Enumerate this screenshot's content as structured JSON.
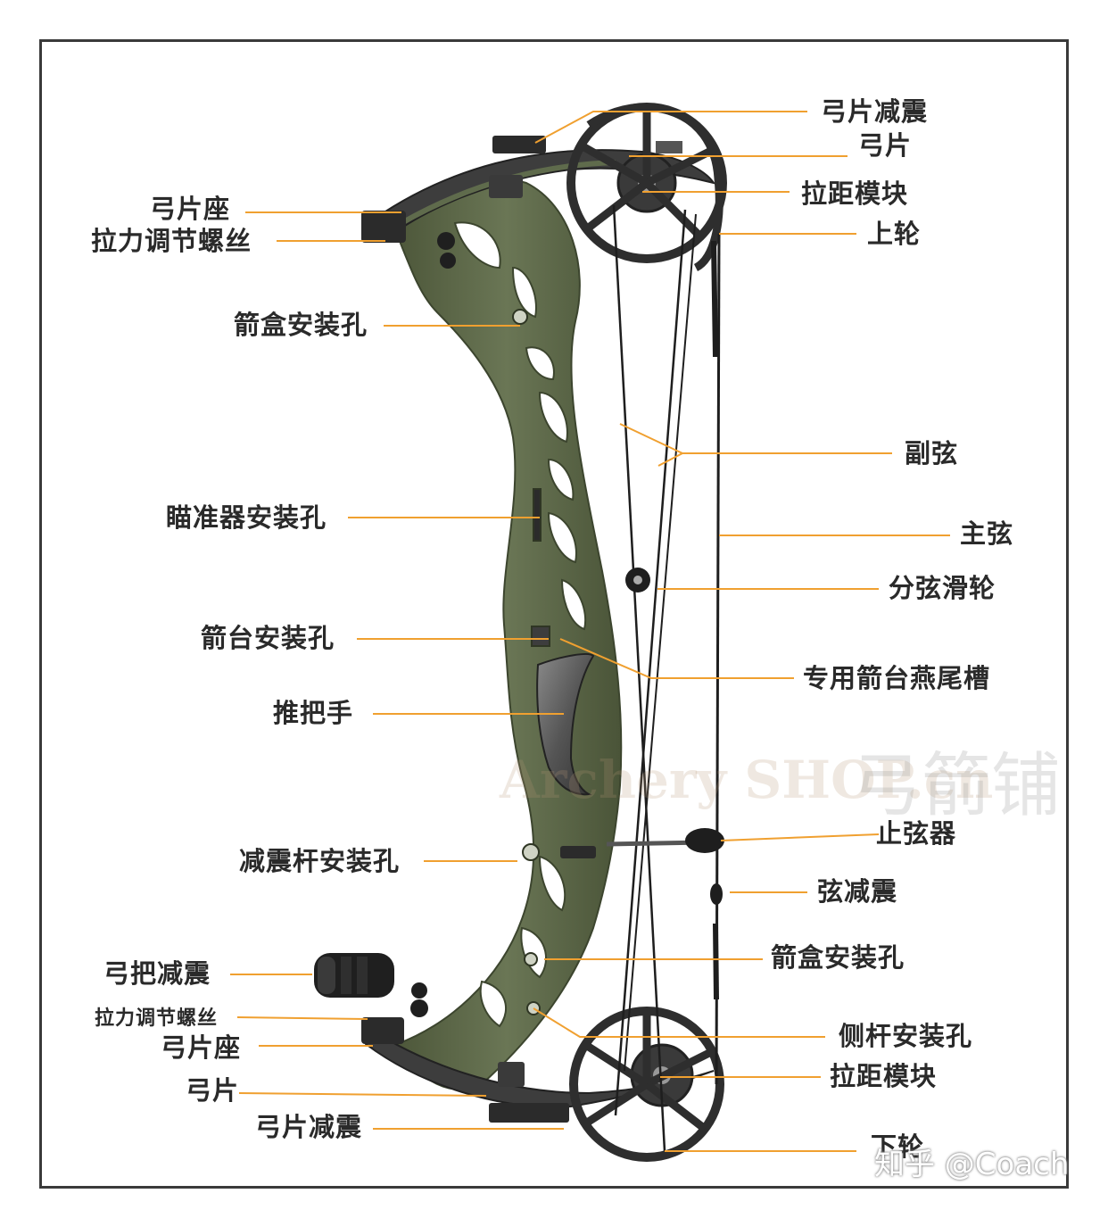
{
  "labels": {
    "limb_damper_top": "弓片减震",
    "limb_top": "弓片",
    "draw_module_top": "拉距模块",
    "cam_top": "上轮",
    "limb_pocket_top": "弓片座",
    "tension_bolt_top": "拉力调节螺丝",
    "quiver_mount_top": "箭盒安装孔",
    "cables": "副弦",
    "sight_mount": "瞄准器安装孔",
    "bowstring": "主弦",
    "cable_slide": "分弦滑轮",
    "rest_mount": "箭台安装孔",
    "dovetail": "专用箭台燕尾槽",
    "grip": "推把手",
    "string_stop": "止弦器",
    "stabilizer_mount": "减震杆安装孔",
    "string_damper": "弦减震",
    "riser_damper": "弓把减震",
    "quiver_mount_bottom": "箭盒安装孔",
    "tension_bolt_bottom": "拉力调节螺丝",
    "limb_pocket_bottom": "弓片座",
    "side_rod_mount": "侧杆安装孔",
    "draw_module_bottom": "拉距模块",
    "limb_bottom": "弓片",
    "limb_damper_bottom": "弓片减震",
    "cam_bottom": "下轮"
  },
  "watermark": {
    "logo": "Archery SHOP.cn",
    "chinese": "弓箭铺",
    "zhihu": "知乎 @Coach"
  },
  "colors": {
    "riser": "#5f6b4c",
    "riser_dark": "#47513a",
    "leader": "#f0a030",
    "hardware": "#2b2b2b",
    "grip": "#6a6a6a"
  }
}
